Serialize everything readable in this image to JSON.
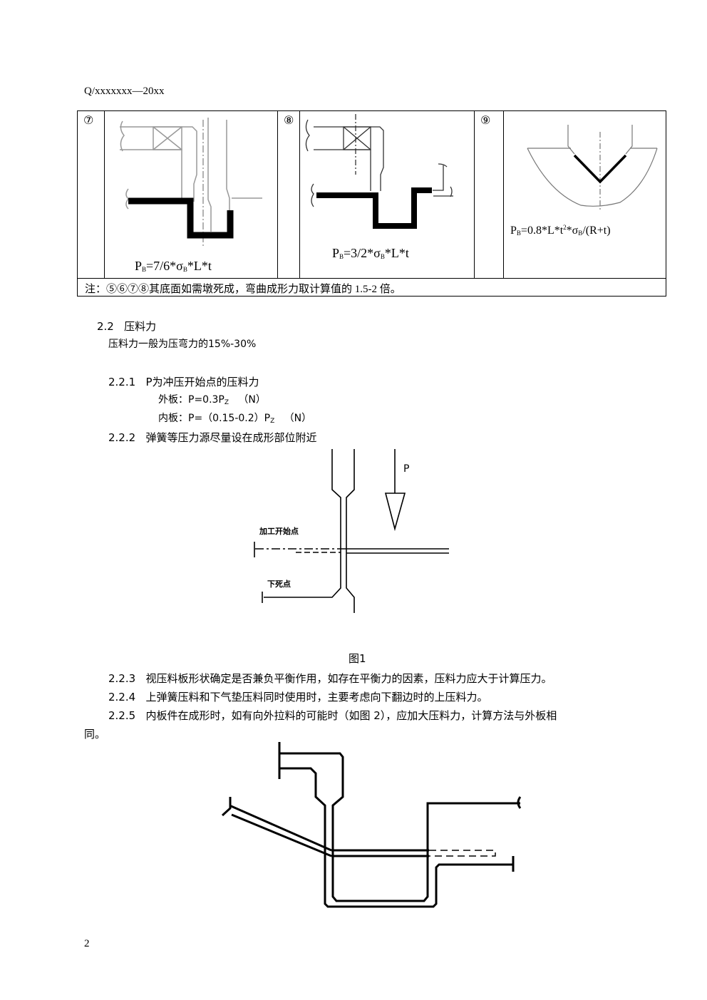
{
  "header": {
    "doc_code": "Q/xxxxxxx—20xx"
  },
  "table": {
    "cells": [
      {
        "num": "⑦",
        "formula_p": "P",
        "formula_sub": "B",
        "formula_rest": "=7/6*σ",
        "formula_sub2": "B",
        "formula_end": "*L*t"
      },
      {
        "num": "⑧",
        "formula_p": "P",
        "formula_sub": "B",
        "formula_rest": "=3/2*σ",
        "formula_sub2": "B",
        "formula_end": "*L*t"
      },
      {
        "num": "⑨",
        "formula_p": "P",
        "formula_sub": "B",
        "formula_rest": "=0.8*L*t",
        "formula_sup": "2",
        "formula_mid": "*σ",
        "formula_sub2": "B",
        "formula_end": "/(R+t)"
      }
    ],
    "note": "注：⑤⑥⑦⑧其底面如需墩死成，弯曲成形力取计算值的 1.5-2 倍。"
  },
  "section": {
    "heading_num": "2.2",
    "heading": "压料力",
    "intro": "压料力一般为压弯力的15%-30%",
    "s221": {
      "num": "2.2.1",
      "text": "P为冲压开始点的压料力"
    },
    "outer": {
      "label": "外板：P=0.3P",
      "sub": "Z",
      "unit": "（N）"
    },
    "inner": {
      "label": "内板：P=（0.15-0.2）P",
      "sub": "Z",
      "unit": "（N）"
    },
    "s222": {
      "num": "2.2.2",
      "text": "弹簧等压力源尽量设在成形部位附近"
    },
    "s223": {
      "num": "2.2.3",
      "text": "视压料板形状确定是否兼负平衡作用，如存在平衡力的因素，压料力应大于计算压力。"
    },
    "s224": {
      "num": "2.2.4",
      "text": "上弹簧压料和下气垫压料同时使用时，主要考虑向下翻边时的上压料力。"
    },
    "s225": {
      "num": "2.2.5",
      "text": "内板件在成形时，如有向外拉料的可能时（如图 2），应加大压料力，计算方法与外板相",
      "cont": "同。"
    }
  },
  "figure1": {
    "caption": "图1",
    "force_label": "P",
    "start_label": "加工开始点",
    "bottom_label": "下死点"
  },
  "footer": {
    "page_number": "2"
  }
}
